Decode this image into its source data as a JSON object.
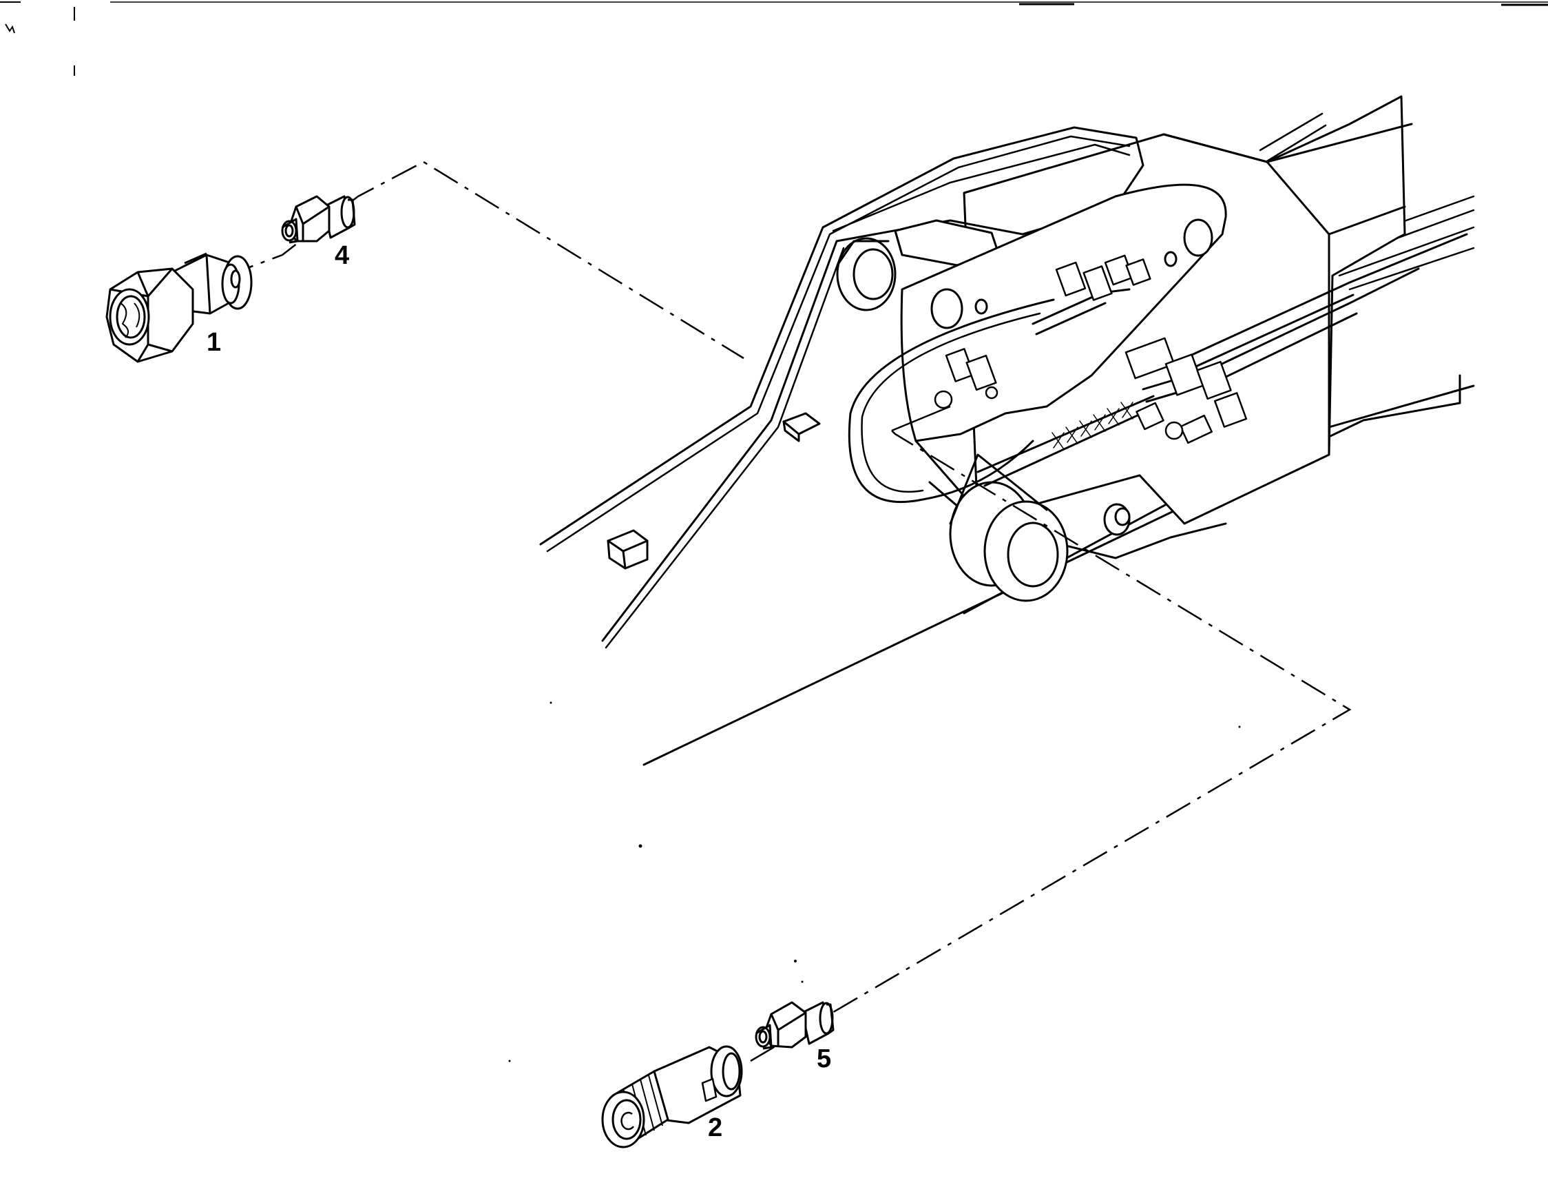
{
  "callouts": {
    "part_1": "1",
    "part_2": "2",
    "part_4": "4",
    "part_5": "5"
  },
  "colors": {
    "ink": "#000000",
    "paper": "#ffffff",
    "fill": "#ffffff"
  }
}
